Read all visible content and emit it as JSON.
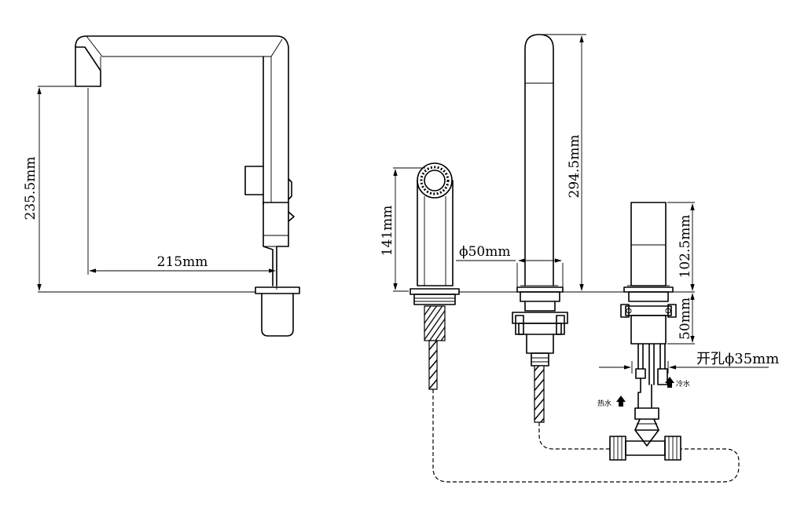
{
  "dimensions": {
    "spout_height": "235.5mm",
    "spout_reach": "215mm",
    "handshower_height": "141mm",
    "base_diameter": "ϕ50mm",
    "main_height": "294.5mm",
    "valve_height": "102.5mm",
    "below_deck": "50mm",
    "hole_diameter": "开孔ϕ35mm"
  },
  "labels": {
    "hot_water": "热水",
    "cold_water": "冷水"
  },
  "icons": {
    "arrow": "up-arrow-icon"
  }
}
